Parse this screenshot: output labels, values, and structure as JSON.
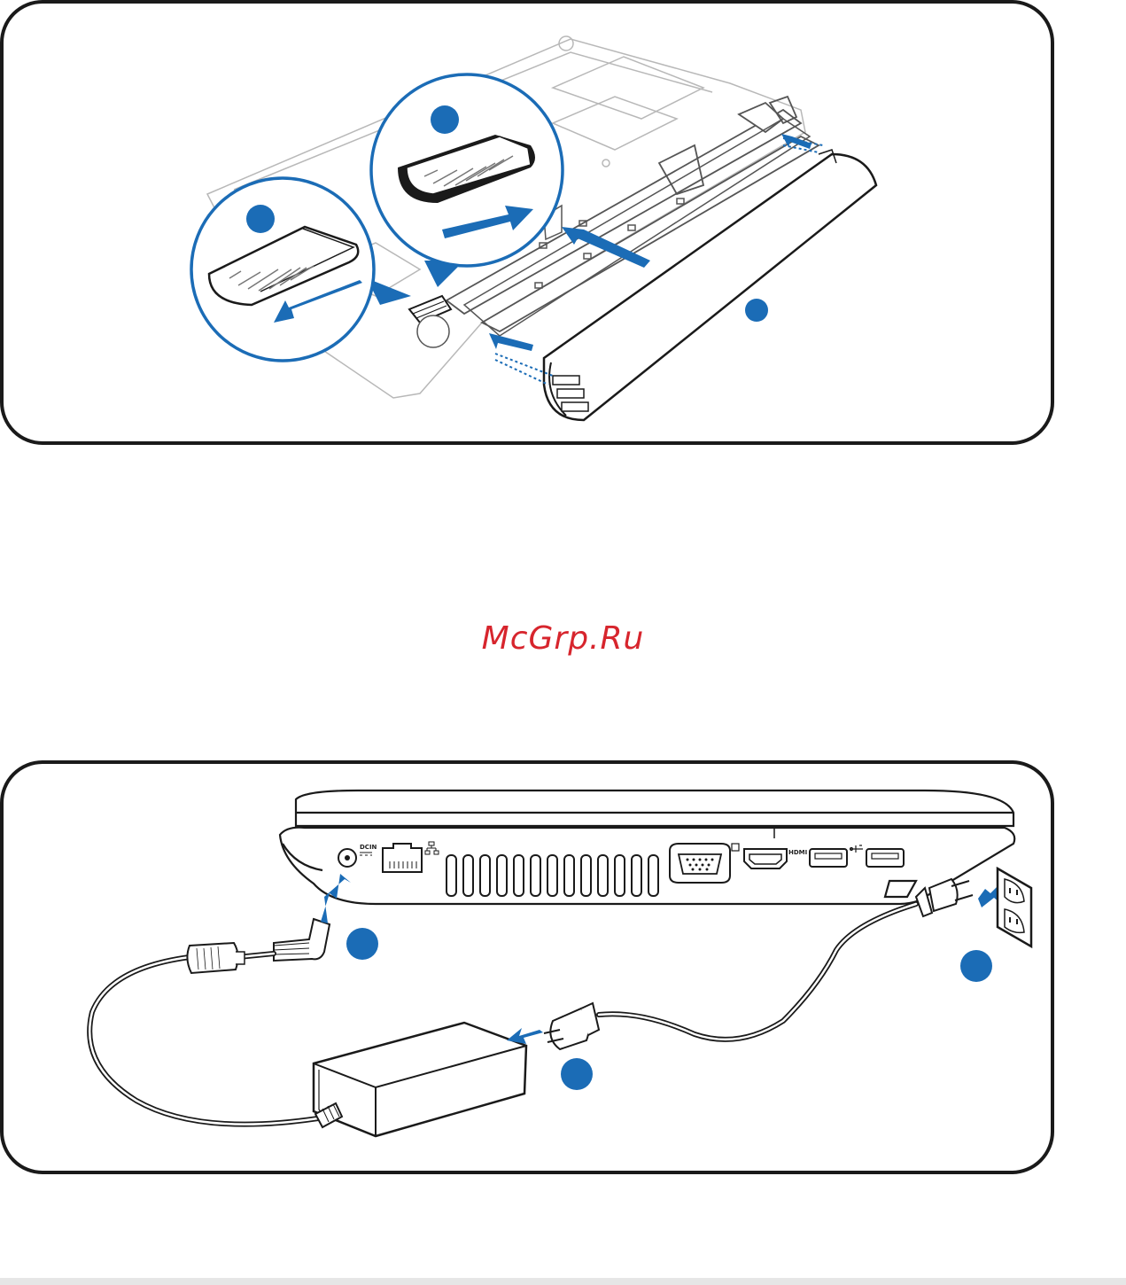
{
  "watermark": "McGrp.Ru",
  "ports": {
    "dcin": "DCIN",
    "hdmi": "HDMI"
  },
  "colors": {
    "accent": "#1b6cb6",
    "line": "#1a1a1a",
    "watermark": "#d7252d"
  },
  "icons": [
    "battery-lock-switch-icon",
    "arrow-icon",
    "callout-circle-icon",
    "usb-icon",
    "lan-icon",
    "wall-outlet-icon",
    "power-adapter-icon"
  ]
}
